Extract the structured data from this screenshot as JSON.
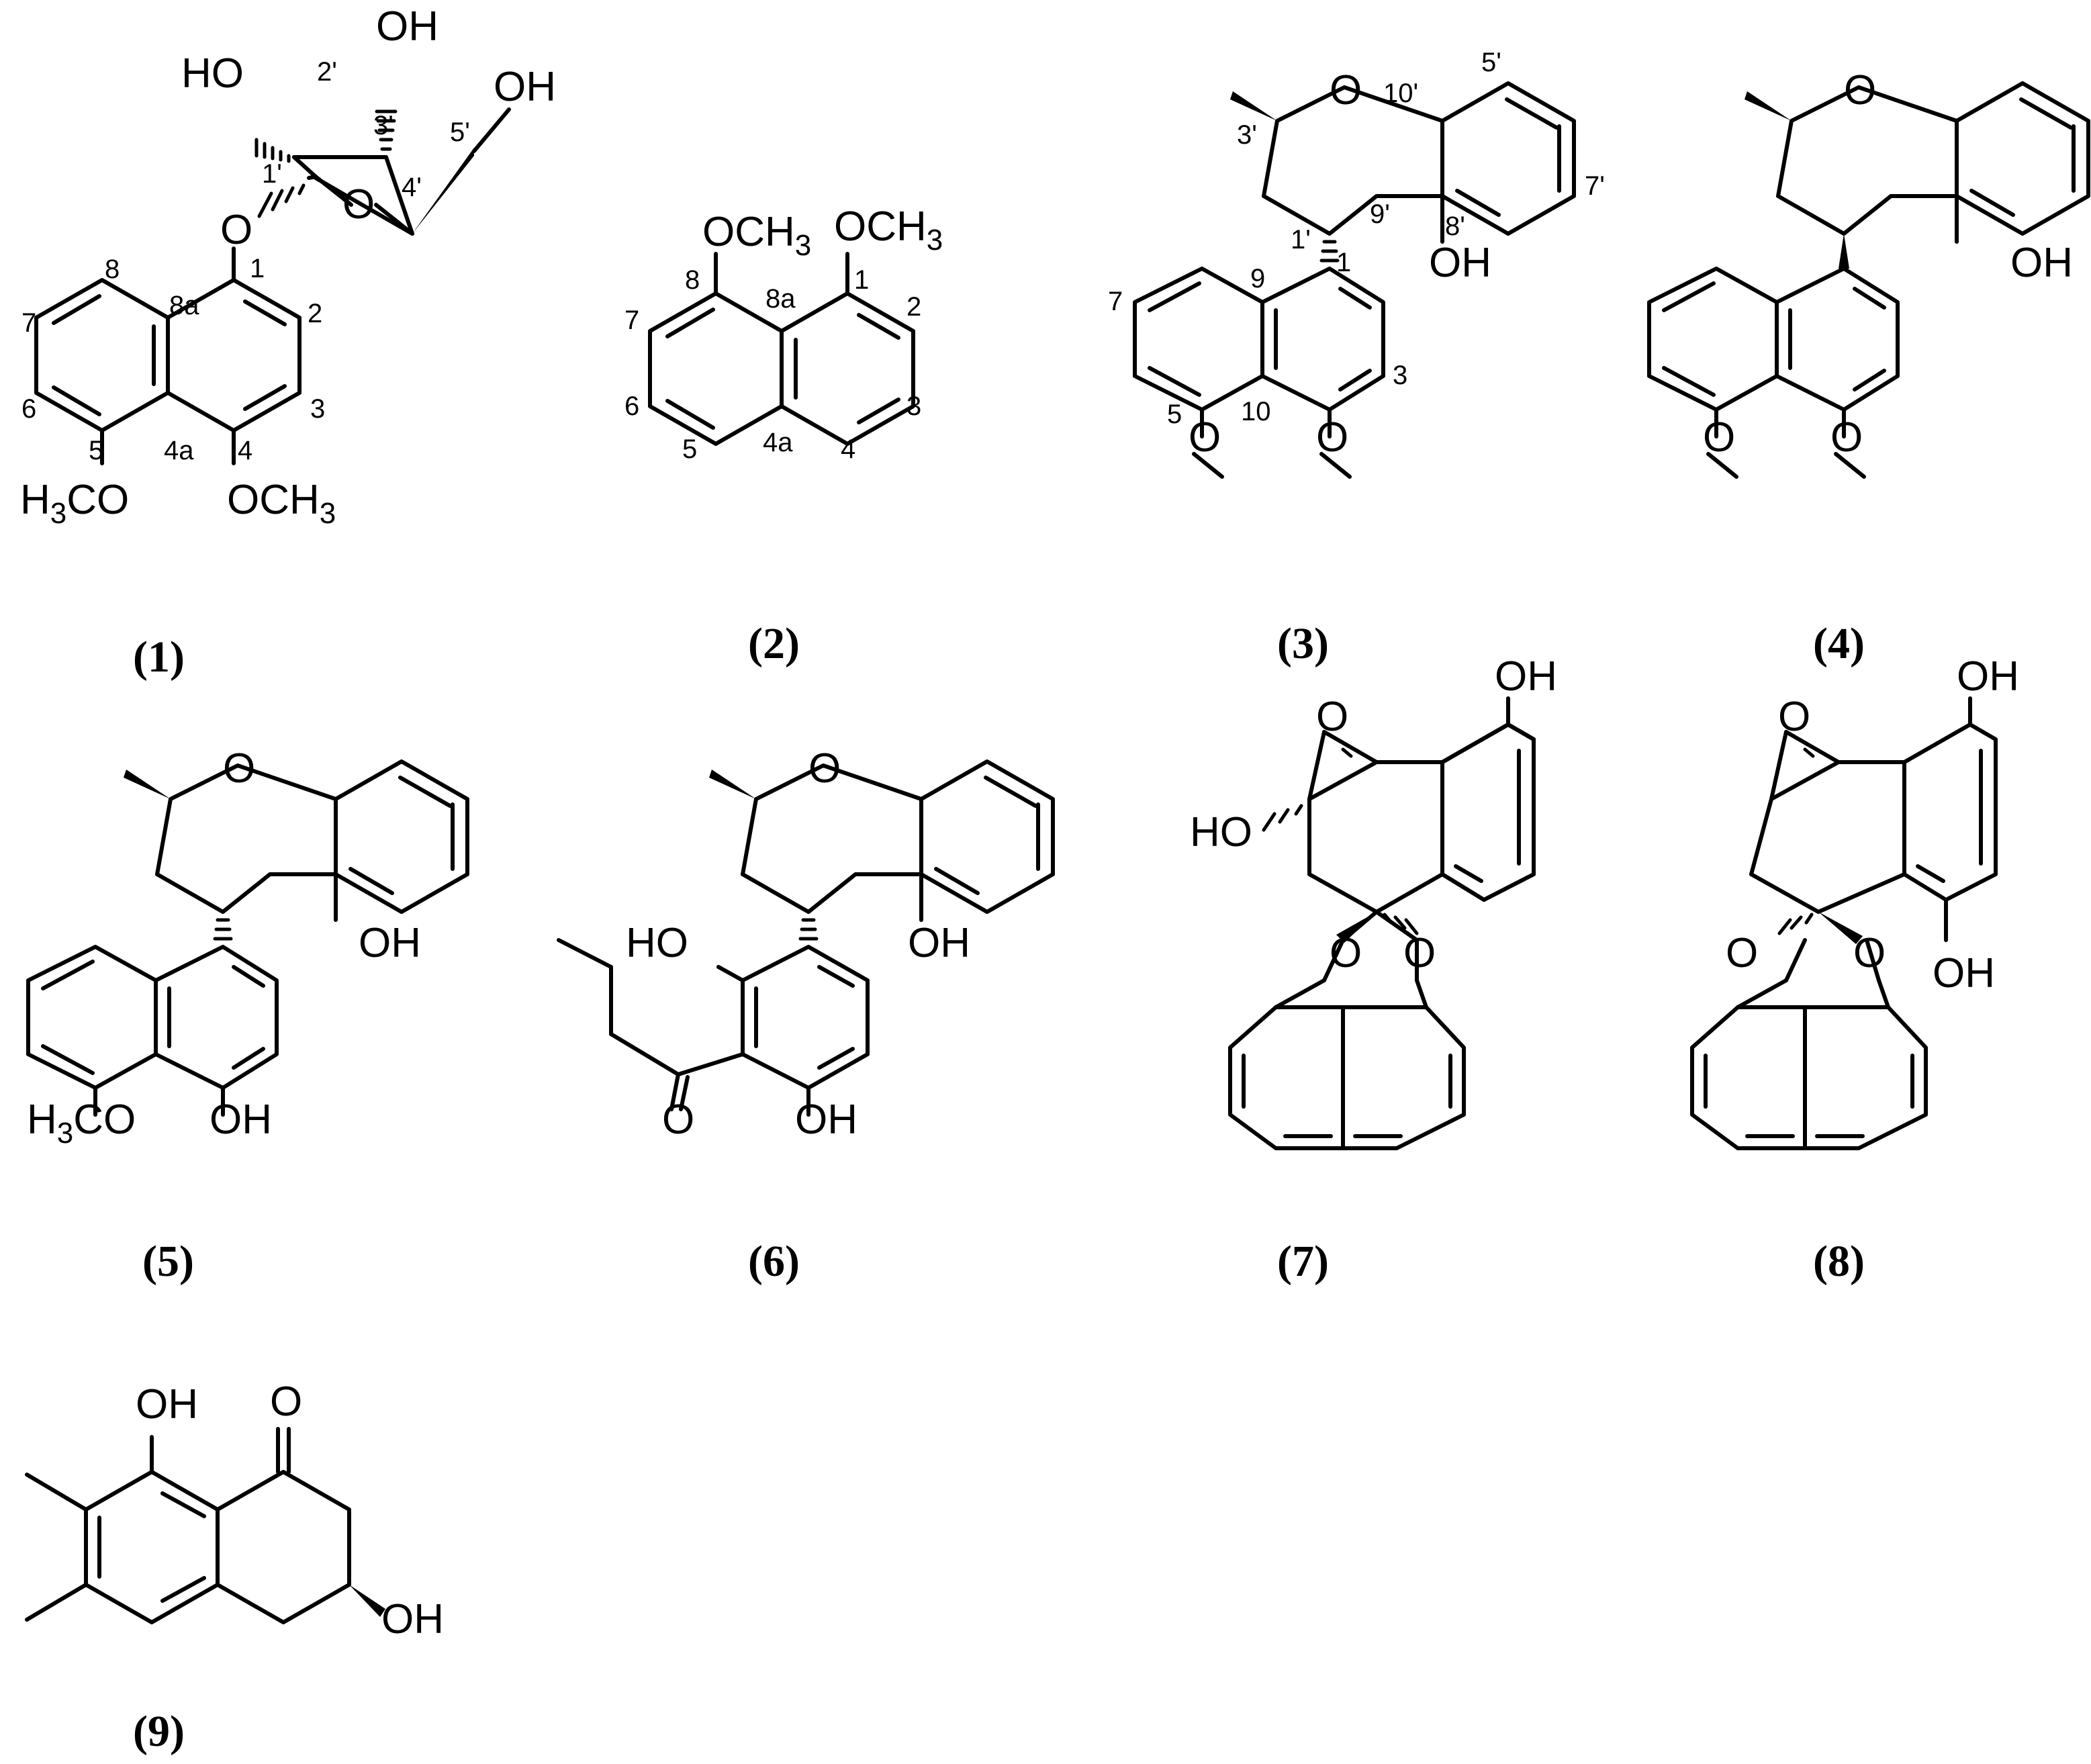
{
  "compounds": [
    {
      "id": "1",
      "label": "(1)",
      "atoms": [
        {
          "parts": [
            {
              "t": "HO"
            }
          ]
        },
        {
          "parts": [
            {
              "t": "OH"
            }
          ]
        },
        {
          "parts": [
            {
              "t": "OH"
            }
          ]
        },
        {
          "parts": [
            {
              "t": "O"
            }
          ]
        },
        {
          "parts": [
            {
              "t": "O"
            }
          ]
        },
        {
          "parts": [
            {
              "t": "H"
            },
            {
              "t": "3",
              "sub": true
            },
            {
              "t": "CO"
            }
          ]
        },
        {
          "parts": [
            {
              "t": "OCH"
            },
            {
              "t": "3",
              "sub": true
            }
          ]
        }
      ],
      "numbers": [
        "2'",
        "3'",
        "1'",
        "4'",
        "5'",
        "1",
        "8",
        "8a",
        "2",
        "7",
        "6",
        "3",
        "5",
        "4a",
        "4"
      ]
    },
    {
      "id": "2",
      "label": "(2)",
      "atoms": [
        {
          "parts": [
            {
              "t": "OCH"
            },
            {
              "t": "3",
              "sub": true
            }
          ]
        },
        {
          "parts": [
            {
              "t": "OCH"
            },
            {
              "t": "3",
              "sub": true
            }
          ]
        }
      ],
      "numbers": [
        "8",
        "8a",
        "1",
        "7",
        "2",
        "6",
        "3",
        "5",
        "4a",
        "4"
      ]
    },
    {
      "id": "3",
      "label": "(3)",
      "atoms": [
        {
          "parts": [
            {
              "t": "O"
            }
          ]
        },
        {
          "parts": [
            {
              "t": "OH"
            }
          ]
        },
        {
          "parts": [
            {
              "t": "O"
            }
          ]
        },
        {
          "parts": [
            {
              "t": "O"
            }
          ]
        }
      ],
      "numbers": [
        "10'",
        "5'",
        "3'",
        "7'",
        "1'",
        "9'",
        "8'",
        "1",
        "7",
        "9",
        "3",
        "5",
        "10"
      ]
    },
    {
      "id": "4",
      "label": "(4)",
      "atoms": [
        {
          "parts": [
            {
              "t": "O"
            }
          ]
        },
        {
          "parts": [
            {
              "t": "OH"
            }
          ]
        },
        {
          "parts": [
            {
              "t": "O"
            }
          ]
        },
        {
          "parts": [
            {
              "t": "O"
            }
          ]
        }
      ]
    },
    {
      "id": "5",
      "label": "(5)",
      "atoms": [
        {
          "parts": [
            {
              "t": "O"
            }
          ]
        },
        {
          "parts": [
            {
              "t": "OH"
            }
          ]
        },
        {
          "parts": [
            {
              "t": "H"
            },
            {
              "t": "3",
              "sub": true
            },
            {
              "t": "CO"
            }
          ]
        },
        {
          "parts": [
            {
              "t": "OH"
            }
          ]
        }
      ]
    },
    {
      "id": "6",
      "label": "(6)",
      "atoms": [
        {
          "parts": [
            {
              "t": "O"
            }
          ]
        },
        {
          "parts": [
            {
              "t": "HO"
            }
          ]
        },
        {
          "parts": [
            {
              "t": "OH"
            }
          ]
        },
        {
          "parts": [
            {
              "t": "O"
            }
          ]
        },
        {
          "parts": [
            {
              "t": "OH"
            }
          ]
        }
      ]
    },
    {
      "id": "7",
      "label": "(7)",
      "atoms": [
        {
          "parts": [
            {
              "t": "OH"
            }
          ]
        },
        {
          "parts": [
            {
              "t": "O"
            }
          ]
        },
        {
          "parts": [
            {
              "t": "HO"
            }
          ]
        },
        {
          "parts": [
            {
              "t": "O"
            }
          ]
        },
        {
          "parts": [
            {
              "t": "O"
            }
          ]
        }
      ]
    },
    {
      "id": "8",
      "label": "(8)",
      "atoms": [
        {
          "parts": [
            {
              "t": "OH"
            }
          ]
        },
        {
          "parts": [
            {
              "t": "O"
            }
          ]
        },
        {
          "parts": [
            {
              "t": "O"
            }
          ]
        },
        {
          "parts": [
            {
              "t": "O"
            }
          ]
        },
        {
          "parts": [
            {
              "t": "OH"
            }
          ]
        }
      ]
    },
    {
      "id": "9",
      "label": "(9)",
      "atoms": [
        {
          "parts": [
            {
              "t": "OH"
            }
          ]
        },
        {
          "parts": [
            {
              "t": "O"
            }
          ]
        },
        {
          "parts": [
            {
              "t": "OH"
            }
          ]
        }
      ]
    }
  ]
}
